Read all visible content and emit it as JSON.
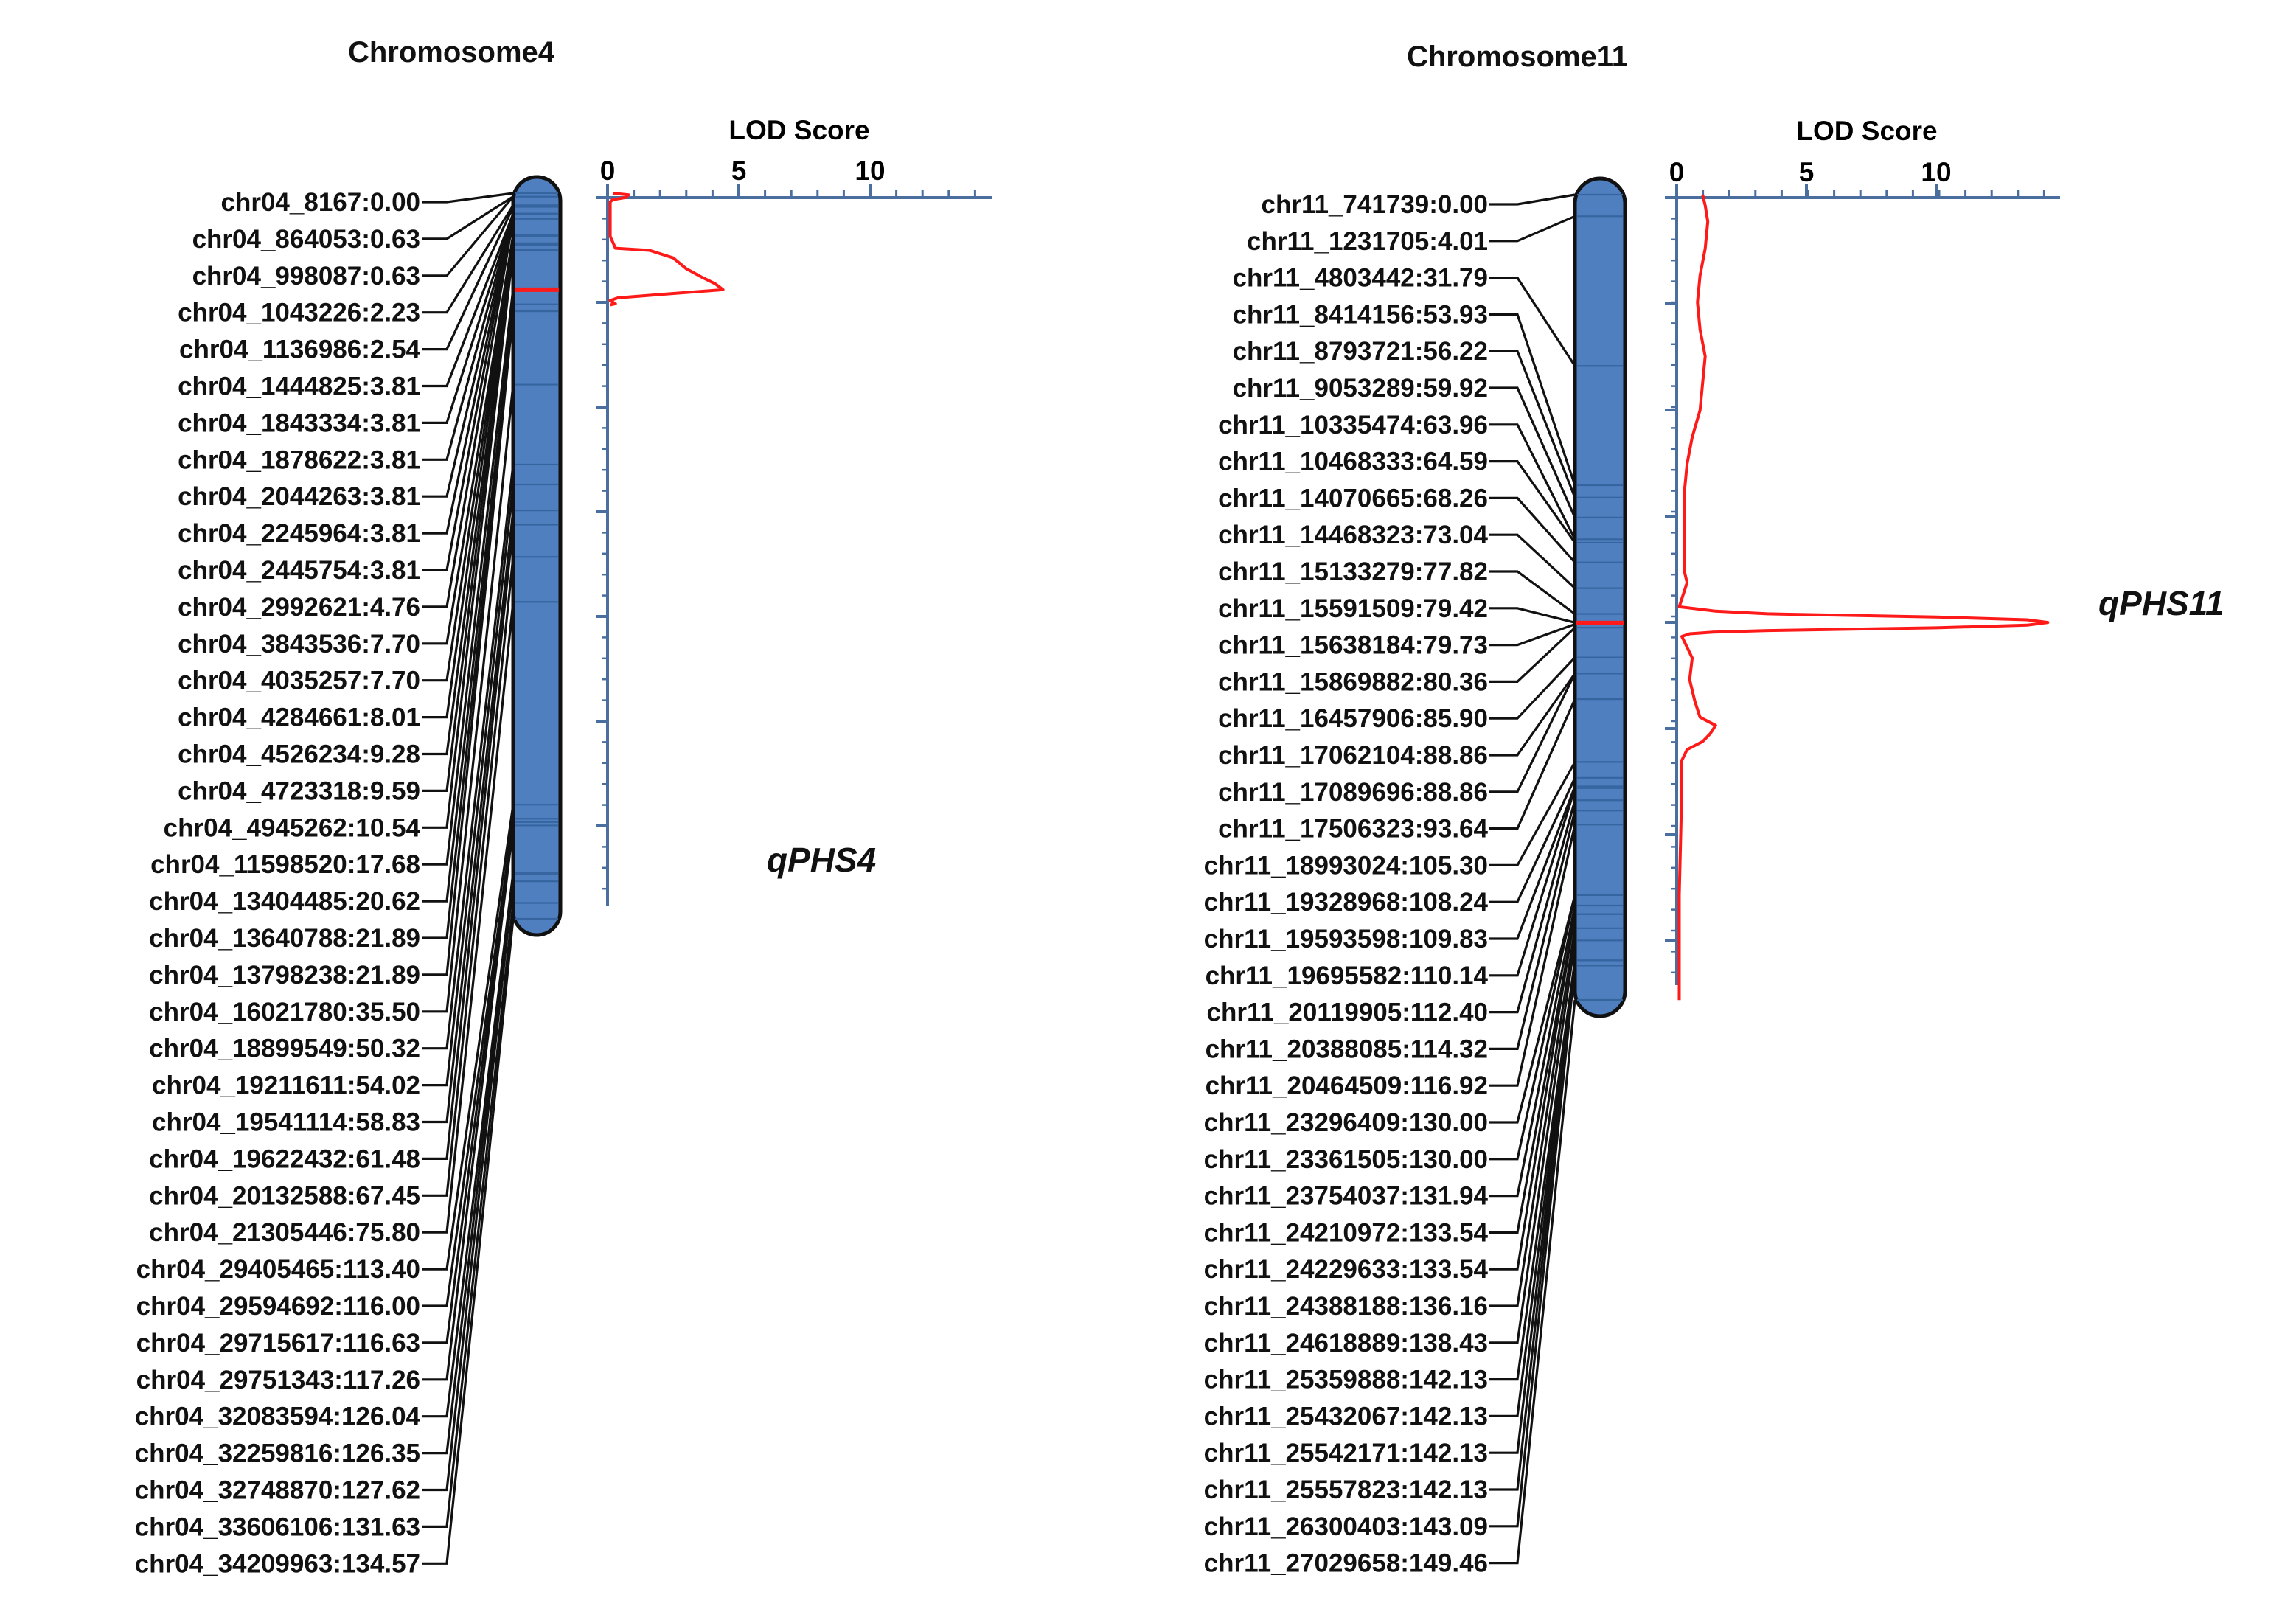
{
  "colors": {
    "chromosome_fill": "#4f7fbf",
    "chromosome_outline": "#111111",
    "chromosome_band": "#35649f",
    "marker_line": "#111111",
    "axis": "#4a6f9f",
    "lod_curve": "#ff1a1a",
    "qtl_band": "#ff1a1a"
  },
  "chromosomes": [
    {
      "id": "chr4",
      "title": "Chromosome4",
      "axis_label": "LOD Score",
      "ticks": [
        "0",
        "5",
        "10"
      ],
      "qtl_label": "qPHS4",
      "qtl_position_cM": 17.9,
      "markers": [
        "chr04_8167:0.00",
        "chr04_864053:0.63",
        "chr04_998087:0.63",
        "chr04_1043226:2.23",
        "chr04_1136986:2.54",
        "chr04_1444825:3.81",
        "chr04_1843334:3.81",
        "chr04_1878622:3.81",
        "chr04_2044263:3.81",
        "chr04_2245964:3.81",
        "chr04_2445754:3.81",
        "chr04_2992621:4.76",
        "chr04_3843536:7.70",
        "chr04_4035257:7.70",
        "chr04_4284661:8.01",
        "chr04_4526234:9.28",
        "chr04_4723318:9.59",
        "chr04_4945262:10.54",
        "chr04_11598520:17.68",
        "chr04_13404485:20.62",
        "chr04_13640788:21.89",
        "chr04_13798238:21.89",
        "chr04_16021780:35.50",
        "chr04_18899549:50.32",
        "chr04_19211611:54.02",
        "chr04_19541114:58.83",
        "chr04_19622432:61.48",
        "chr04_20132588:67.45",
        "chr04_21305446:75.80",
        "chr04_29405465:113.40",
        "chr04_29594692:116.00",
        "chr04_29715617:116.63",
        "chr04_29751343:117.26",
        "chr04_32083594:126.04",
        "chr04_32259816:126.35",
        "chr04_32748870:127.62",
        "chr04_33606106:131.63",
        "chr04_34209963:134.57"
      ],
      "lod_profile": {
        "pos_cM": [
          0,
          0.3,
          0.8,
          1.2,
          1.6,
          3,
          5,
          8,
          10.2,
          10.6,
          12,
          14,
          15.6,
          16.8,
          17.9,
          18.9,
          19.4,
          19.9,
          20.2,
          20.5,
          20.7
        ],
        "lod": [
          0.2,
          0.8,
          0.7,
          0.2,
          0.1,
          0.1,
          0.1,
          0.1,
          0.3,
          1.6,
          2.5,
          3.0,
          3.6,
          4.1,
          4.4,
          1.7,
          0.4,
          0.1,
          0.2,
          0.3,
          0.1
        ]
      }
    },
    {
      "id": "chr11",
      "title": "Chromosome11",
      "axis_label": "LOD Score",
      "ticks": [
        "0",
        "5",
        "10"
      ],
      "qtl_label": "qPHS11",
      "qtl_position_cM": 79.5,
      "markers": [
        "chr11_741739:0.00",
        "chr11_1231705:4.01",
        "chr11_4803442:31.79",
        "chr11_8414156:53.93",
        "chr11_8793721:56.22",
        "chr11_9053289:59.92",
        "chr11_10335474:63.96",
        "chr11_10468333:64.59",
        "chr11_14070665:68.26",
        "chr11_14468323:73.04",
        "chr11_15133279:77.82",
        "chr11_15591509:79.42",
        "chr11_15638184:79.73",
        "chr11_15869882:80.36",
        "chr11_16457906:85.90",
        "chr11_17062104:88.86",
        "chr11_17089696:88.86",
        "chr11_17506323:93.64",
        "chr11_18993024:105.30",
        "chr11_19328968:108.24",
        "chr11_19593598:109.83",
        "chr11_19695582:110.14",
        "chr11_20119905:112.40",
        "chr11_20388085:114.32",
        "chr11_20464509:116.92",
        "chr11_23296409:130.00",
        "chr11_23361505:130.00",
        "chr11_23754037:131.94",
        "chr11_24210972:133.54",
        "chr11_24229633:133.54",
        "chr11_24388188:136.16",
        "chr11_24618889:138.43",
        "chr11_25359888:142.13",
        "chr11_25432067:142.13",
        "chr11_25542171:142.13",
        "chr11_25557823:142.13",
        "chr11_26300403:143.09",
        "chr11_27029658:149.46"
      ],
      "lod_profile": {
        "pos_cM": [
          0,
          2,
          5,
          10,
          15,
          20,
          25,
          30,
          35,
          40,
          45,
          50,
          55,
          60,
          65,
          70,
          72,
          73.5,
          75,
          76.5,
          77,
          77.3,
          77.8,
          78.4,
          78.9,
          79.4,
          79.9,
          80.4,
          80.9,
          81.2,
          81.5,
          82,
          83,
          86,
          90,
          94,
          97,
          98.5,
          100,
          101.5,
          103,
          105,
          110,
          120,
          130,
          135,
          140,
          145,
          149.5
        ],
        "lod": [
          1.0,
          1.1,
          1.2,
          1.1,
          0.9,
          0.8,
          0.9,
          1.1,
          1.0,
          0.9,
          0.6,
          0.4,
          0.3,
          0.3,
          0.3,
          0.3,
          0.4,
          0.3,
          0.2,
          0.1,
          1.0,
          1.5,
          3.5,
          10.0,
          13.5,
          14.3,
          13.5,
          10.0,
          3.5,
          1.4,
          0.5,
          0.2,
          0.3,
          0.6,
          0.5,
          0.7,
          0.9,
          1.5,
          1.3,
          1.0,
          0.4,
          0.2,
          0.2,
          0.15,
          0.1,
          0.1,
          0.1,
          0.1,
          0.1
        ]
      }
    }
  ]
}
